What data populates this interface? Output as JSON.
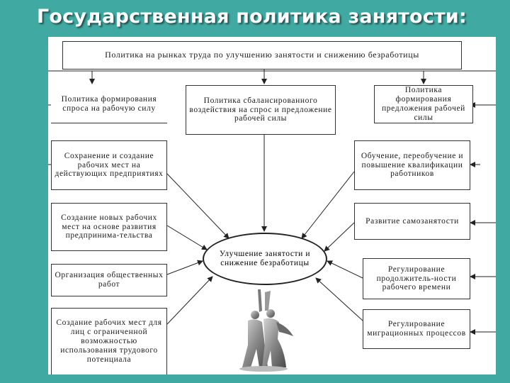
{
  "title": "Государственная политика занятости:",
  "top_box": "Политика на рынках труда по улучшению занятости и снижению безработицы",
  "level2": {
    "left": "Политика формирования спроса на рабочую силу",
    "middle": "Политика сбалансированного воздействия на спрос и предложение рабочей силы",
    "right": "Политика формирования предложения рабочей силы"
  },
  "left_column": [
    "Сохранение и создание рабочих мест на действующих предприятиях",
    "Создание новых рабочих мест на основе развития предпринима-тельства",
    "Организация общественных работ",
    "Создание рабочих мест для лиц с ограниченной возможностью использования трудового потенциала"
  ],
  "right_column": [
    "Обучение, переобучение и повышение квалификации работников",
    "Развитие самозанятости",
    "Регулирование продолжитель-ности рабочего времени",
    "Регулирование миграционных процессов"
  ],
  "center": "Улучшение занятости и снижение безработицы",
  "colors": {
    "background": "#3fa9a2",
    "panel": "#ffffff",
    "title": "#ffffff"
  },
  "decor": {
    "image": "worker-and-kolkhoz-woman-statue"
  }
}
